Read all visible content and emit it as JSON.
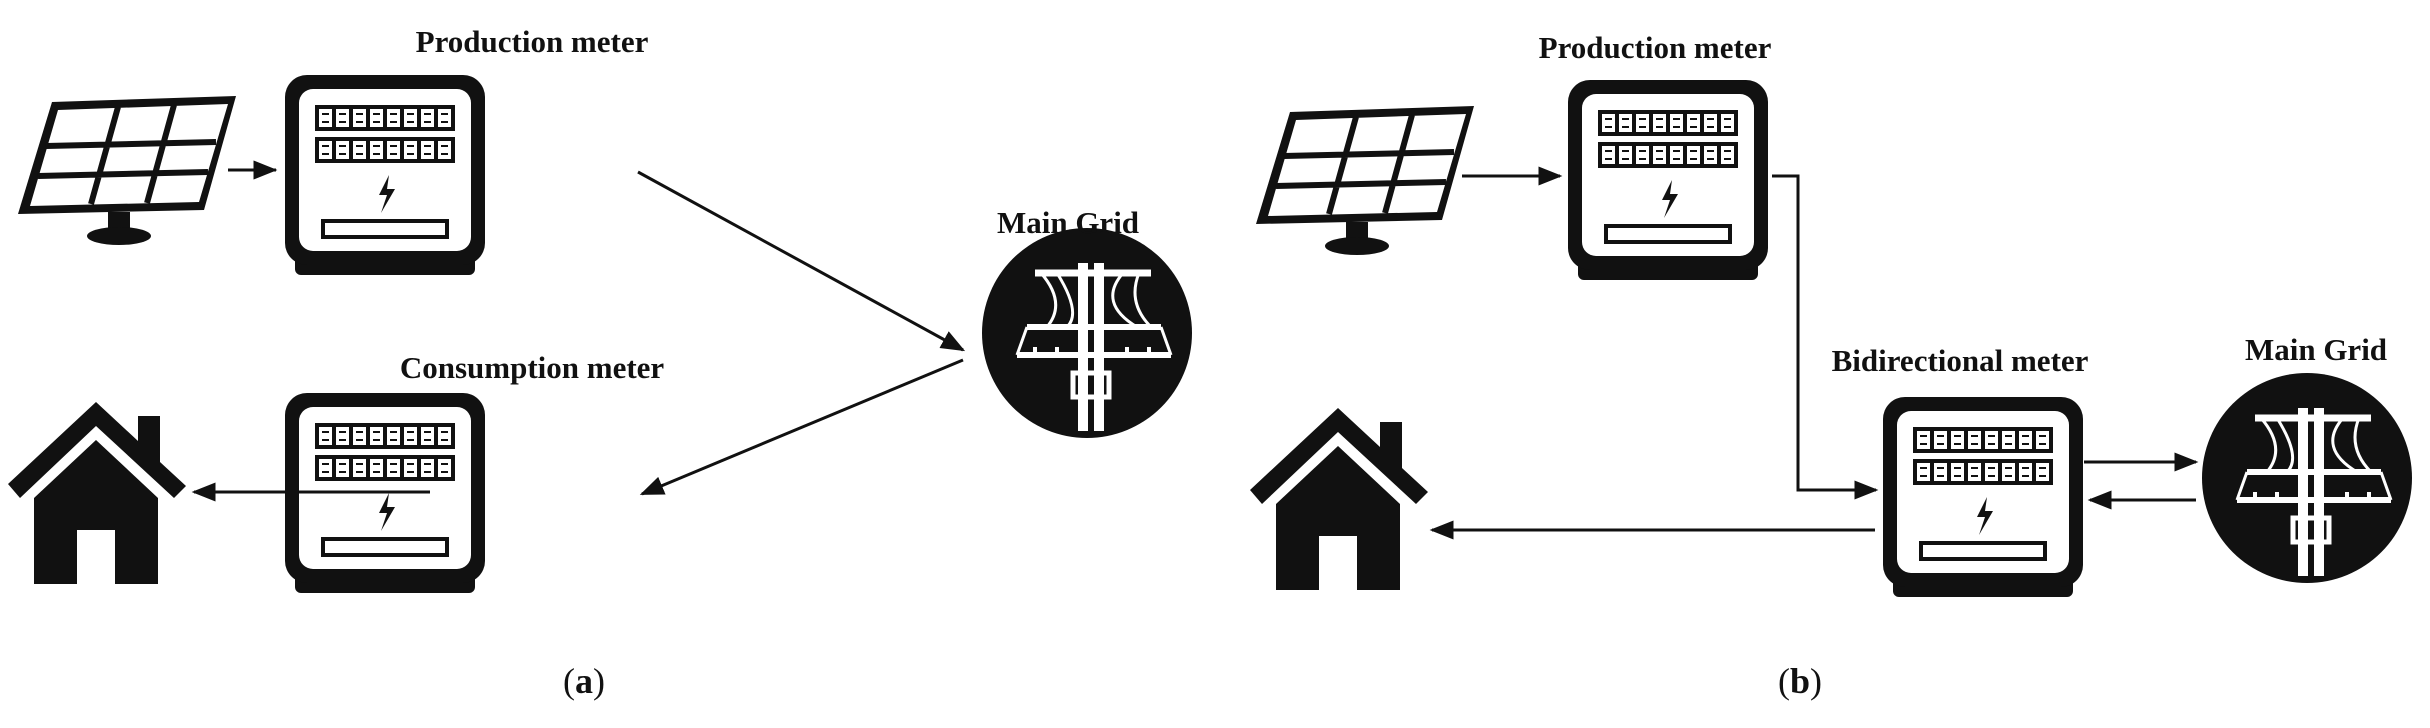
{
  "panel_a": {
    "production_meter_label": "Production meter",
    "consumption_meter_label": "Consumption meter",
    "grid_label": "Main Grid",
    "caption_letter": "a"
  },
  "panel_b": {
    "production_meter_label": "Production meter",
    "bidirectional_meter_label": "Bidirectional meter",
    "grid_label": "Main Grid",
    "caption_letter": "b"
  }
}
